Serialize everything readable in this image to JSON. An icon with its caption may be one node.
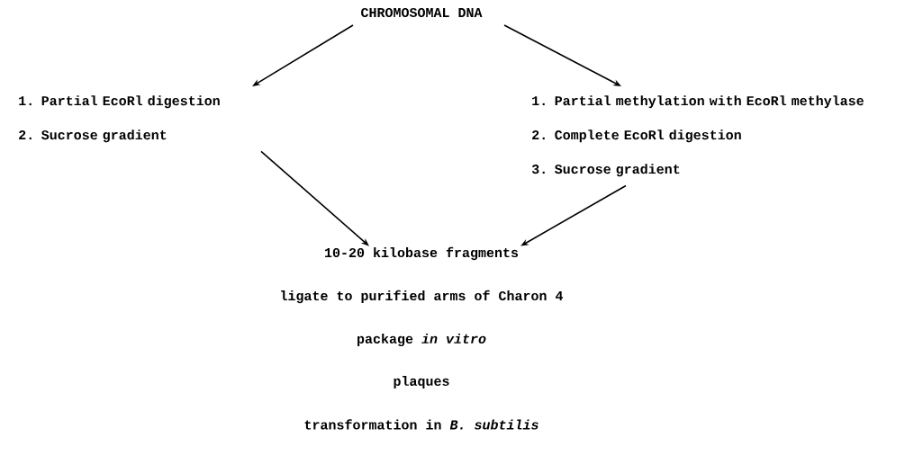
{
  "diagram": {
    "nodes": [
      {
        "text": [
          "CHROMOSOMAL DNA"
        ]
      },
      {
        "text": [
          "1. Partial EcoRl digestion",
          "2. Sucrose gradient"
        ]
      },
      {
        "text": [
          "1. Partial methylation with EcoRl methylase",
          "2. Complete EcoRl digestion",
          "3. Sucrose gradient"
        ]
      },
      {
        "text": [
          "10-20 kilobase fragments"
        ]
      }
    ],
    "edges": [
      {
        "from": 0,
        "to": 1,
        "arrow": "to"
      },
      {
        "from": 0,
        "to": 2,
        "arrow": "to"
      },
      {
        "from": 1,
        "to": 3,
        "arrow": "to"
      },
      {
        "from": 2,
        "to": 3,
        "arrow": "to"
      }
    ],
    "labels": [
      "ligate to purified arms of Charon 4",
      "package *in vitro*",
      "plaques",
      "transformation in *B. subtilis*"
    ]
  }
}
